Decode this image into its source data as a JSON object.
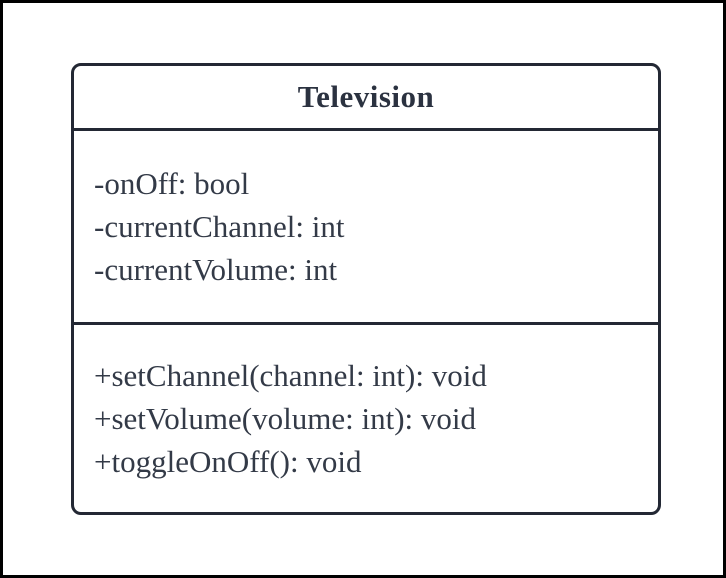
{
  "diagram": {
    "type": "uml-class-diagram",
    "class": {
      "name": "Television",
      "attributes": [
        "-onOff: bool",
        "-currentChannel: int",
        "-currentVolume: int"
      ],
      "methods": [
        "+setChannel(channel: int): void",
        "+setVolume(volume: int): void",
        "+toggleOnOff(): void"
      ]
    },
    "colors": {
      "frame": "#000000",
      "box_border": "#232834",
      "title_text": "#2b3240",
      "member_text": "#333a47",
      "background": "#ffffff"
    }
  }
}
